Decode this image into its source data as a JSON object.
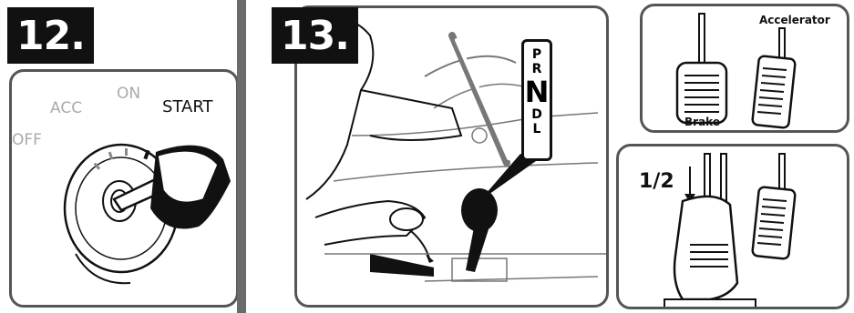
{
  "step12": {
    "number": "12.",
    "positions": {
      "off": "OFF",
      "acc": "ACC",
      "on": "ON",
      "start": "START"
    }
  },
  "step13": {
    "number": "13.",
    "gears": {
      "p": "P",
      "r": "R",
      "n": "N",
      "d": "D",
      "l": "L"
    }
  },
  "pedals": {
    "brake": "Brake",
    "accelerator": "Accelerator",
    "press_amount": "1/2"
  }
}
